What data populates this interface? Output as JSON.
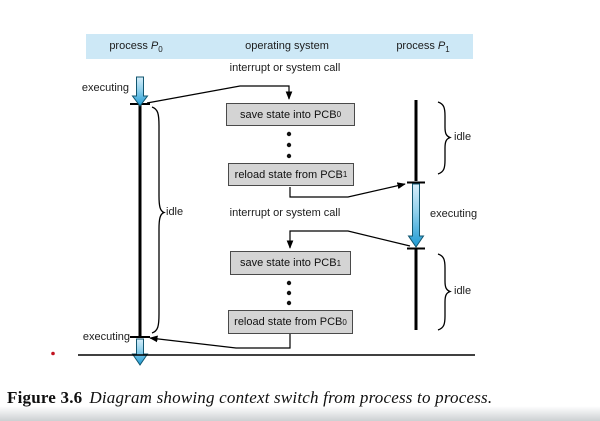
{
  "figure": {
    "caption_label": "Figure 3.6",
    "caption_text": "Diagram showing context switch from process to process."
  },
  "header": {
    "process0": {
      "prefix": "process ",
      "variable": "P",
      "subscript": "0"
    },
    "os": {
      "label": "operating system"
    },
    "process1": {
      "prefix": "process ",
      "variable": "P",
      "subscript": "1"
    }
  },
  "events": {
    "interrupt_top": "interrupt or system call",
    "interrupt_middle": "interrupt or system call"
  },
  "states": {
    "p0_executing_top": "executing",
    "p0_idle": "idle",
    "p0_executing_bottom": "executing",
    "p1_idle_top": "idle",
    "p1_executing": "executing",
    "p1_idle_bottom": "idle"
  },
  "boxes": {
    "save_pcb0": {
      "text": "save state into PCB",
      "subscript": "0"
    },
    "reload_pcb1": {
      "text": "reload state from PCB",
      "subscript": "1"
    },
    "save_pcb1": {
      "text": "save state into PCB",
      "subscript": "1"
    },
    "reload_pcb0": {
      "text": "reload state from PCB",
      "subscript": "0"
    }
  },
  "colors": {
    "header_band": "#cde8f6",
    "box_fill": "#d4d4d4",
    "box_border": "#4a4a4a",
    "arrow_gradient_top": "#d8eefa",
    "arrow_gradient_bottom": "#1d9ad4",
    "arrow_outline": "#11566f",
    "line": "#000000",
    "red_marker": "#c1121f"
  }
}
